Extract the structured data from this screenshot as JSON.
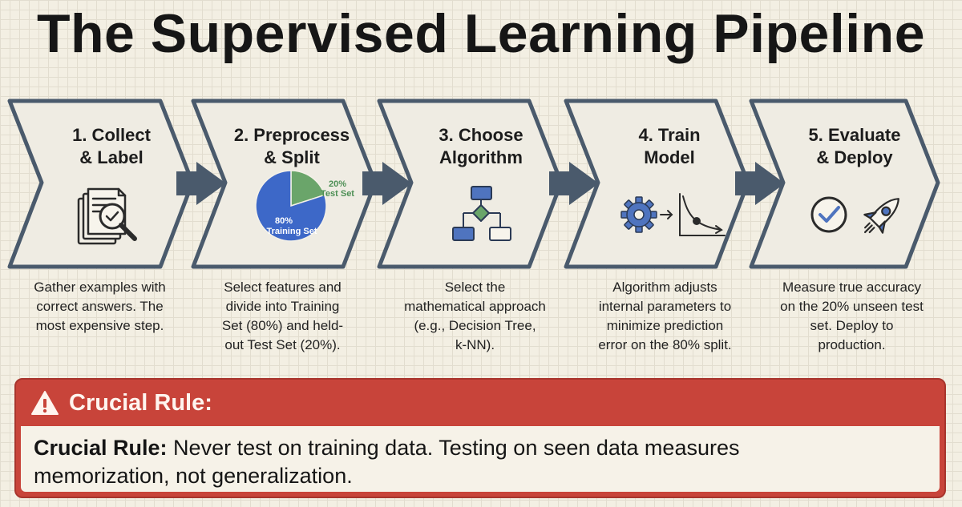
{
  "title": "The Supervised Learning Pipeline",
  "colors": {
    "chevron_fill": "#efece3",
    "chevron_stroke": "#4a5a6c",
    "arrow": "#4a5a6c",
    "pie_training": "#3d68c8",
    "pie_test": "#6aa56a",
    "icon_blue": "#4f74bf",
    "alert_red": "#c8443a"
  },
  "steps": [
    {
      "title_lines": [
        "1. Collect",
        "& Label"
      ],
      "icon": "document-magnifier-check-icon",
      "description_lines": [
        "Gather examples with",
        "correct answers. The",
        "most expensive step."
      ]
    },
    {
      "title_lines": [
        "2. Preprocess",
        "& Split"
      ],
      "icon": "pie-chart-icon",
      "pie": {
        "slices": [
          {
            "label_lines": [
              "80%",
              "Training Set"
            ],
            "value": 80
          },
          {
            "label_lines": [
              "20%",
              "Test Set"
            ],
            "value": 20
          }
        ]
      },
      "description_lines": [
        "Select features and",
        "divide into Training",
        "Set (80%) and held-",
        "out Test Set (20%)."
      ]
    },
    {
      "title_lines": [
        "3. Choose",
        "Algorithm"
      ],
      "icon": "decision-flowchart-icon",
      "description_lines": [
        "Select the",
        "mathematical approach",
        "(e.g., Decision Tree,",
        "k-NN)."
      ]
    },
    {
      "title_lines": [
        "4. Train",
        "Model"
      ],
      "icon": "gear-to-loss-curve-icon",
      "description_lines": [
        "Algorithm adjusts",
        "internal parameters to",
        "minimize prediction",
        "error on the 80% split."
      ]
    },
    {
      "title_lines": [
        "5. Evaluate",
        "& Deploy"
      ],
      "icon": "check-and-rocket-icon",
      "description_lines": [
        "Measure true accuracy",
        "on the 20% unseen test",
        "set. Deploy to",
        "production."
      ]
    }
  ],
  "rule": {
    "header": "Crucial Rule:",
    "body_bold": "Crucial Rule:",
    "body_line1": " Never test on training data. Testing on seen data measures",
    "body_line2": "memorization, not generalization."
  }
}
